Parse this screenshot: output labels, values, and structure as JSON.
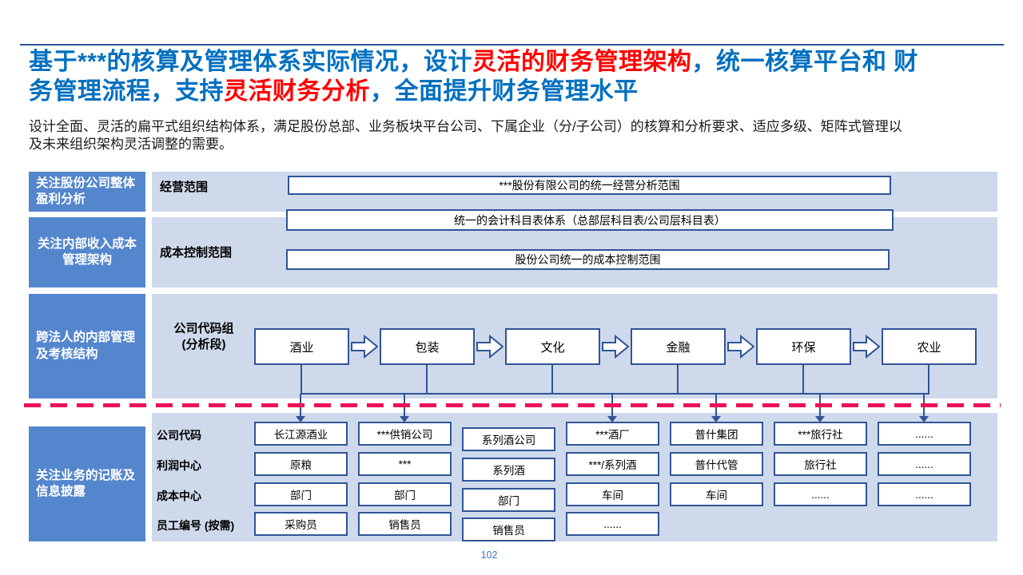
{
  "title": {
    "part1": "基于***的核算及管理体系实际情况，设计",
    "part2_red": "灵活的财务管理架构",
    "part3": "，统一核算平台和 财\n务管理流程，支持",
    "part4_red": "灵活财务分析",
    "part5": "，全面提升财务管理水平"
  },
  "subtitle": "设计全面、灵活的扁平式组织结构体系，满足股份总部、业务板块平台公司、下属企业（分/子公司）的核算和分析要求、适应多级、矩阵式管理以\n及未来组织架构灵活调整的需要。",
  "s1": {
    "side1": "关注股份公司整体",
    "side2": "盈利分析",
    "label": "经营范围",
    "box": "***股份有限公司的统一经营分析范围"
  },
  "s2": {
    "side1": "关注内部收入成本",
    "side2": "管理架构",
    "label": "成本控制范围",
    "box_account": "统一的会计科目表体系（总部层科目表/公司层科目表）",
    "box_cost": "股份公司统一的成本控制范围"
  },
  "s3": {
    "side1": "跨法人的内部管理",
    "side2": "及考核结构",
    "label1": "公司代码组",
    "label2": "(分析段)",
    "flow": [
      "酒业",
      "包装",
      "文化",
      "金融",
      "环保",
      "农业"
    ]
  },
  "s4": {
    "side1": "关注业务的记账及",
    "side2": "信息披露",
    "rows": [
      {
        "label": "公司代码",
        "cells": [
          "长江源酒业",
          "***供销公司",
          "系列酒公司",
          "***酒厂",
          "普什集团",
          "***旅行社",
          "......"
        ]
      },
      {
        "label": "利润中心",
        "cells": [
          "原粮",
          "***",
          "系列酒",
          "***/系列酒",
          "普什代管",
          "旅行社",
          "......"
        ]
      },
      {
        "label": "成本中心",
        "cells": [
          "部门",
          "部门",
          "部门",
          "车间",
          "车间",
          "......",
          "......"
        ]
      },
      {
        "label": "员工编号 (按需)",
        "cells": [
          "采购员",
          "销售员",
          "销售员",
          "......"
        ]
      }
    ]
  },
  "page_number": "102",
  "colors": {
    "accent_blue": "#5486cd",
    "band_blue": "#cfd9ec",
    "border_blue": "#2f5597",
    "title_blue": "#0070c0",
    "highlight_red": "#ff0000",
    "divider_pink": "#ec1257",
    "page_num_blue": "#4477c4"
  }
}
